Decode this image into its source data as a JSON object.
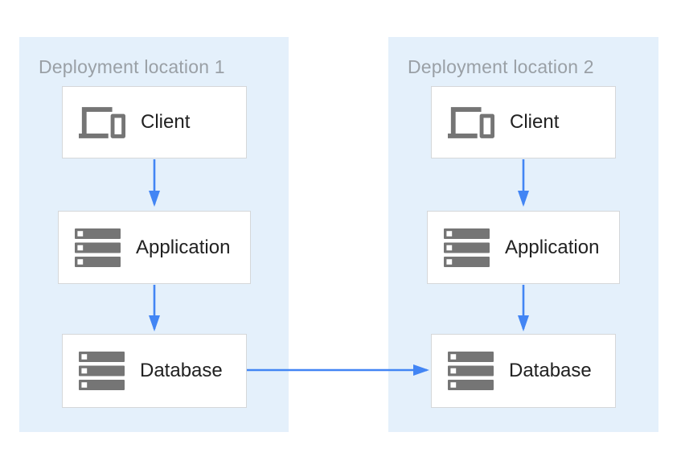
{
  "colors": {
    "container_bg": "#E4F0FB",
    "node_bg": "#FFFFFF",
    "node_border": "#D5D7D9",
    "arrow": "#4285F4",
    "icon": "#757575",
    "title_text": "#9AA0A6",
    "label_text": "#212121"
  },
  "diagram": {
    "locations": [
      {
        "title": "Deployment location 1",
        "nodes": [
          {
            "label": "Client",
            "icon": "devices-icon"
          },
          {
            "label": "Application",
            "icon": "server-stack-icon"
          },
          {
            "label": "Database",
            "icon": "server-stack-icon"
          }
        ]
      },
      {
        "title": "Deployment location 2",
        "nodes": [
          {
            "label": "Client",
            "icon": "devices-icon"
          },
          {
            "label": "Application",
            "icon": "server-stack-icon"
          },
          {
            "label": "Database",
            "icon": "server-stack-icon"
          }
        ]
      }
    ],
    "connections": [
      {
        "from": "location-1-client",
        "to": "location-1-application"
      },
      {
        "from": "location-1-application",
        "to": "location-1-database"
      },
      {
        "from": "location-2-client",
        "to": "location-2-application"
      },
      {
        "from": "location-2-application",
        "to": "location-2-database"
      },
      {
        "from": "location-1-database",
        "to": "location-2-database"
      }
    ]
  }
}
